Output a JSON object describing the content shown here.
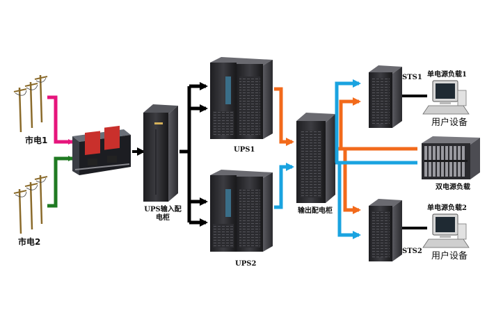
{
  "labels": {
    "grid1": "市电1",
    "grid2": "市电2",
    "ups_input_cabinet_line1": "UPS输入配",
    "ups_input_cabinet_line2": "电柜",
    "ups1": "UPS1",
    "ups2": "UPS2",
    "output_cabinet": "输出配电柜",
    "sts1": "STS1",
    "sts2": "STS2",
    "single_load1": "单电源负载1",
    "single_load2": "单电源负载2",
    "dual_load": "双电源负载",
    "user_equipment1": "用户设备",
    "user_equipment2": "用户设备"
  },
  "colors": {
    "magenta": "#e6157c",
    "green": "#1f7a22",
    "black": "#000000",
    "orange": "#f26a1b",
    "blue": "#1aa3e0",
    "cabinet_dark": "#2b2b2e",
    "cabinet_mid": "#4a4a4f"
  }
}
